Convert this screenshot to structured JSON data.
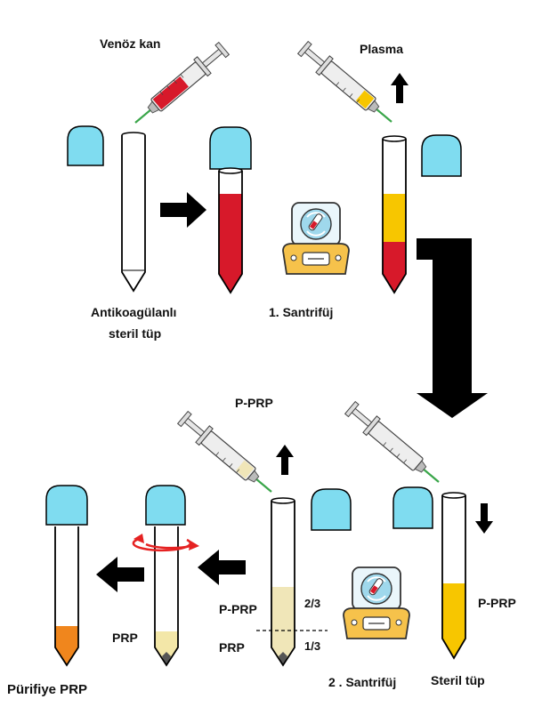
{
  "labels": {
    "venoz_kan": "Venöz kan",
    "plasma": "Plasma",
    "antikoagulanli": "Antikoagülanlı",
    "steril_tup_1": "steril tüp",
    "santrifuj_1": "1. Santrifüj",
    "p_prp_top": "P-PRP",
    "p_prp_mid": "P-PRP",
    "prp_mid": "PRP",
    "two_thirds": "2/3",
    "one_third": "1/3",
    "prp_left": "PRP",
    "p_prp_right": "P-PRP",
    "santrifuj_2": "2 . Santrifüj",
    "steril_tup_2": "Steril tüp",
    "purifiye_prp": "Pürifiye PRP"
  },
  "icons": [
    "syringe-icon",
    "tube-cap-icon",
    "arrow-right-icon",
    "arrow-left-icon",
    "arrow-up-icon",
    "arrow-down-icon",
    "centrifuge-icon",
    "rotation-icon"
  ],
  "colors": {
    "cap": "#7fdcf0",
    "blood": "#d7192a",
    "plasma": "#f7c600",
    "p_prp": "#f0e6b8",
    "prp": "#f3e7a8",
    "purified": "#f0861d",
    "rotation": "#e52222"
  }
}
